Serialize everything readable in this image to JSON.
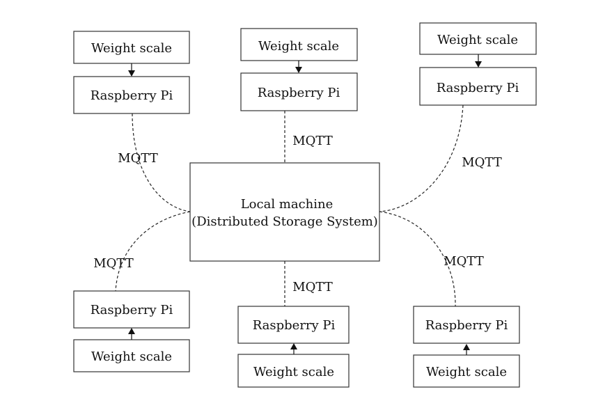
{
  "center": {
    "line1": "Local machine",
    "line2": "(Distributed Storage System)"
  },
  "nodes": [
    {
      "scale_label": "Weight scale",
      "pi_label": "Raspberry Pi",
      "link_label": "MQTT"
    },
    {
      "scale_label": "Weight scale",
      "pi_label": "Raspberry Pi",
      "link_label": "MQTT"
    },
    {
      "scale_label": "Weight scale",
      "pi_label": "Raspberry Pi",
      "link_label": "MQTT"
    },
    {
      "scale_label": "Weight scale",
      "pi_label": "Raspberry Pi",
      "link_label": "MQTT"
    },
    {
      "scale_label": "Weight scale",
      "pi_label": "Raspberry Pi",
      "link_label": "MQTT"
    },
    {
      "scale_label": "Weight scale",
      "pi_label": "Raspberry Pi",
      "link_label": "MQTT"
    }
  ]
}
